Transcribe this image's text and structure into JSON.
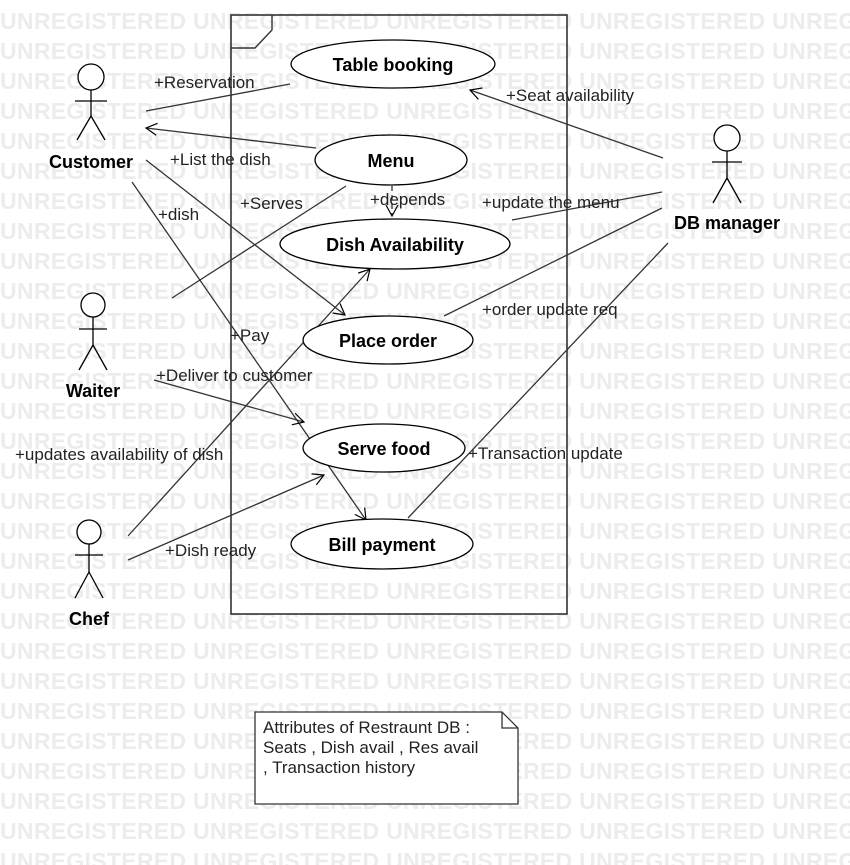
{
  "watermark": {
    "text": "UNREGISTERED UNREGISTERED UNREGISTERED UNREGISTERED UNREGISTERED",
    "color": "#ececec"
  },
  "actors": {
    "customer": "Customer",
    "waiter": "Waiter",
    "chef": "Chef",
    "db_manager": "DB manager"
  },
  "use_cases": {
    "table_booking": "Table booking",
    "menu": "Menu",
    "dish_availability": "Dish Availability",
    "place_order": "Place order",
    "serve_food": "Serve food",
    "bill_payment": "Bill payment"
  },
  "relations": {
    "reservation": "+Reservation",
    "seat_availability": "+Seat availability",
    "list_the_dish": "+List the dish",
    "serves": "+Serves",
    "depends": "+depends",
    "update_the_menu": "+update the menu",
    "dish": "+dish",
    "order_update_req": "+order update req",
    "pay": "+Pay",
    "deliver_to_customer": "+Deliver to customer",
    "updates_availability_of_dish": "+updates availability of dish",
    "transaction_update": "+Transaction update",
    "dish_ready": "+Dish ready"
  },
  "note": {
    "line1": "Attributes of Restraunt DB :",
    "line2": "Seats , Dish avail , Res avail",
    "line3": ", Transaction history"
  }
}
